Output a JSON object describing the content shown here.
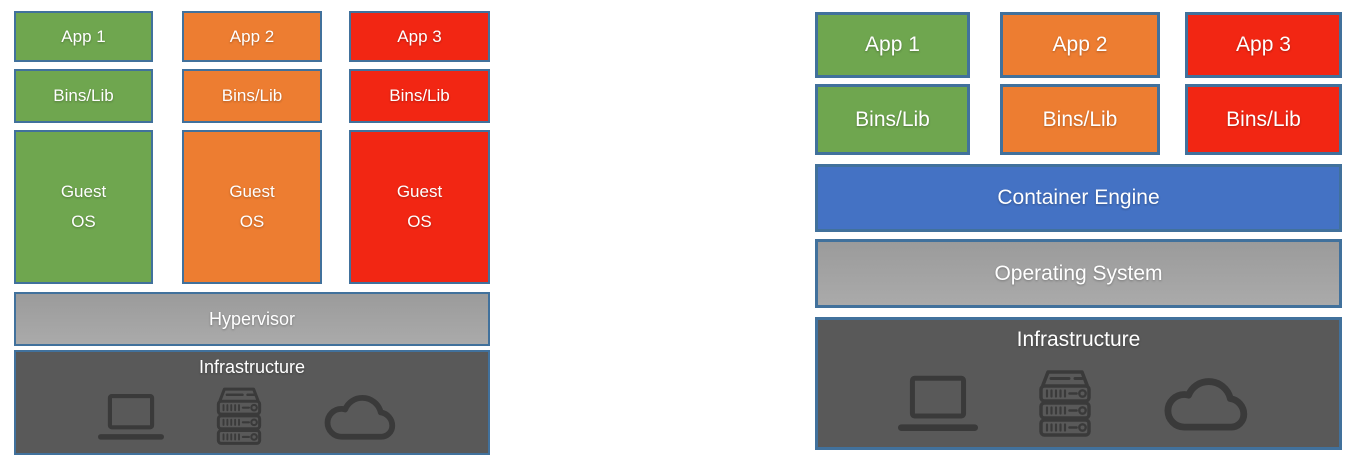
{
  "vm": {
    "stacks": [
      {
        "app": "App 1",
        "bins": "Bins/Lib",
        "guest_os": "Guest\nOS"
      },
      {
        "app": "App 2",
        "bins": "Bins/Lib",
        "guest_os": "Guest\nOS"
      },
      {
        "app": "App 3",
        "bins": "Bins/Lib",
        "guest_os": "Guest\nOS"
      }
    ],
    "hypervisor": "Hypervisor",
    "infrastructure": "Infrastructure",
    "infrastructure_icons": [
      "laptop-icon",
      "server-rack-icon",
      "cloud-icon"
    ]
  },
  "containers": {
    "stacks": [
      {
        "app": "App 1",
        "bins": "Bins/Lib"
      },
      {
        "app": "App 2",
        "bins": "Bins/Lib"
      },
      {
        "app": "App 3",
        "bins": "Bins/Lib"
      }
    ],
    "engine": "Container Engine",
    "os": "Operating System",
    "infrastructure": "Infrastructure",
    "infrastructure_icons": [
      "laptop-icon",
      "server-rack-icon",
      "cloud-icon"
    ]
  },
  "colors": {
    "app1_green": "#6FA64F",
    "app2_orange": "#ED7D31",
    "app3_red": "#F22613",
    "container_engine_blue": "#4472C4",
    "hypervisor_os_gray": "#A6A6A6",
    "infrastructure_dark_gray": "#595959",
    "box_border_blue": "#41719C",
    "label_text": "#FFFFFF",
    "icon_stroke": "#3A3A3A"
  }
}
